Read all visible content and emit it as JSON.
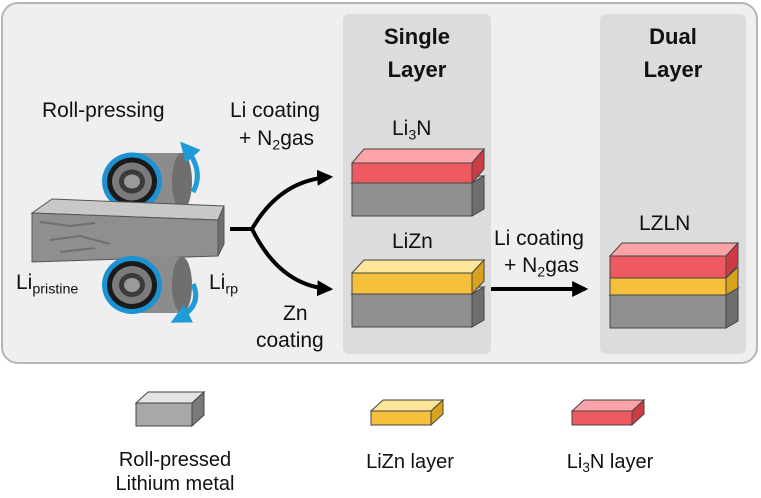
{
  "process": {
    "roll_pressing": "Roll-pressing",
    "li_pristine_main": "Li",
    "li_pristine_sub": "pristine",
    "li_rp_main": "Li",
    "li_rp_sub": "rp"
  },
  "branch_upper": {
    "line1": "Li coating",
    "line2_prefix": "+ N",
    "line2_sub": "2",
    "line2_suffix": "gas"
  },
  "branch_lower": {
    "line1": "Zn",
    "line2": "coating"
  },
  "single_layer": {
    "heading_line1": "Single",
    "heading_line2": "Layer",
    "li3n_label_main": "Li",
    "li3n_label_sub": "3",
    "li3n_label_suffix": "N",
    "lizn_label": "LiZn"
  },
  "middle_step": {
    "line1": "Li coating",
    "line2_prefix": "+ N",
    "line2_sub": "2",
    "line2_suffix": "gas"
  },
  "dual_layer": {
    "heading_line1": "Dual",
    "heading_line2": "Layer",
    "lzln_label": "LZLN"
  },
  "legend": {
    "metal_line1": "Roll-pressed",
    "metal_line2": "Lithium metal",
    "lizn_layer": "LiZn layer",
    "li3n_main": "Li",
    "li3n_sub": "3",
    "li3n_suffix": "N layer"
  },
  "colors": {
    "panel_bg": "#efefef",
    "section_bg": "#dcdcdc",
    "metal_top": "#c6c6c6",
    "metal_front": "#8f8f8f",
    "metal_side": "#6e6e6e",
    "lizn_top": "#fde59a",
    "lizn_front": "#f5c13c",
    "lizn_side": "#d9a21d",
    "li3n_top": "#fba3a8",
    "li3n_front": "#ef5a62",
    "li3n_side": "#cf3b44",
    "roller_ring": "#1b92d3",
    "roller_body": "#9a9a9a",
    "rotation_arrow": "#1f9bd7"
  }
}
